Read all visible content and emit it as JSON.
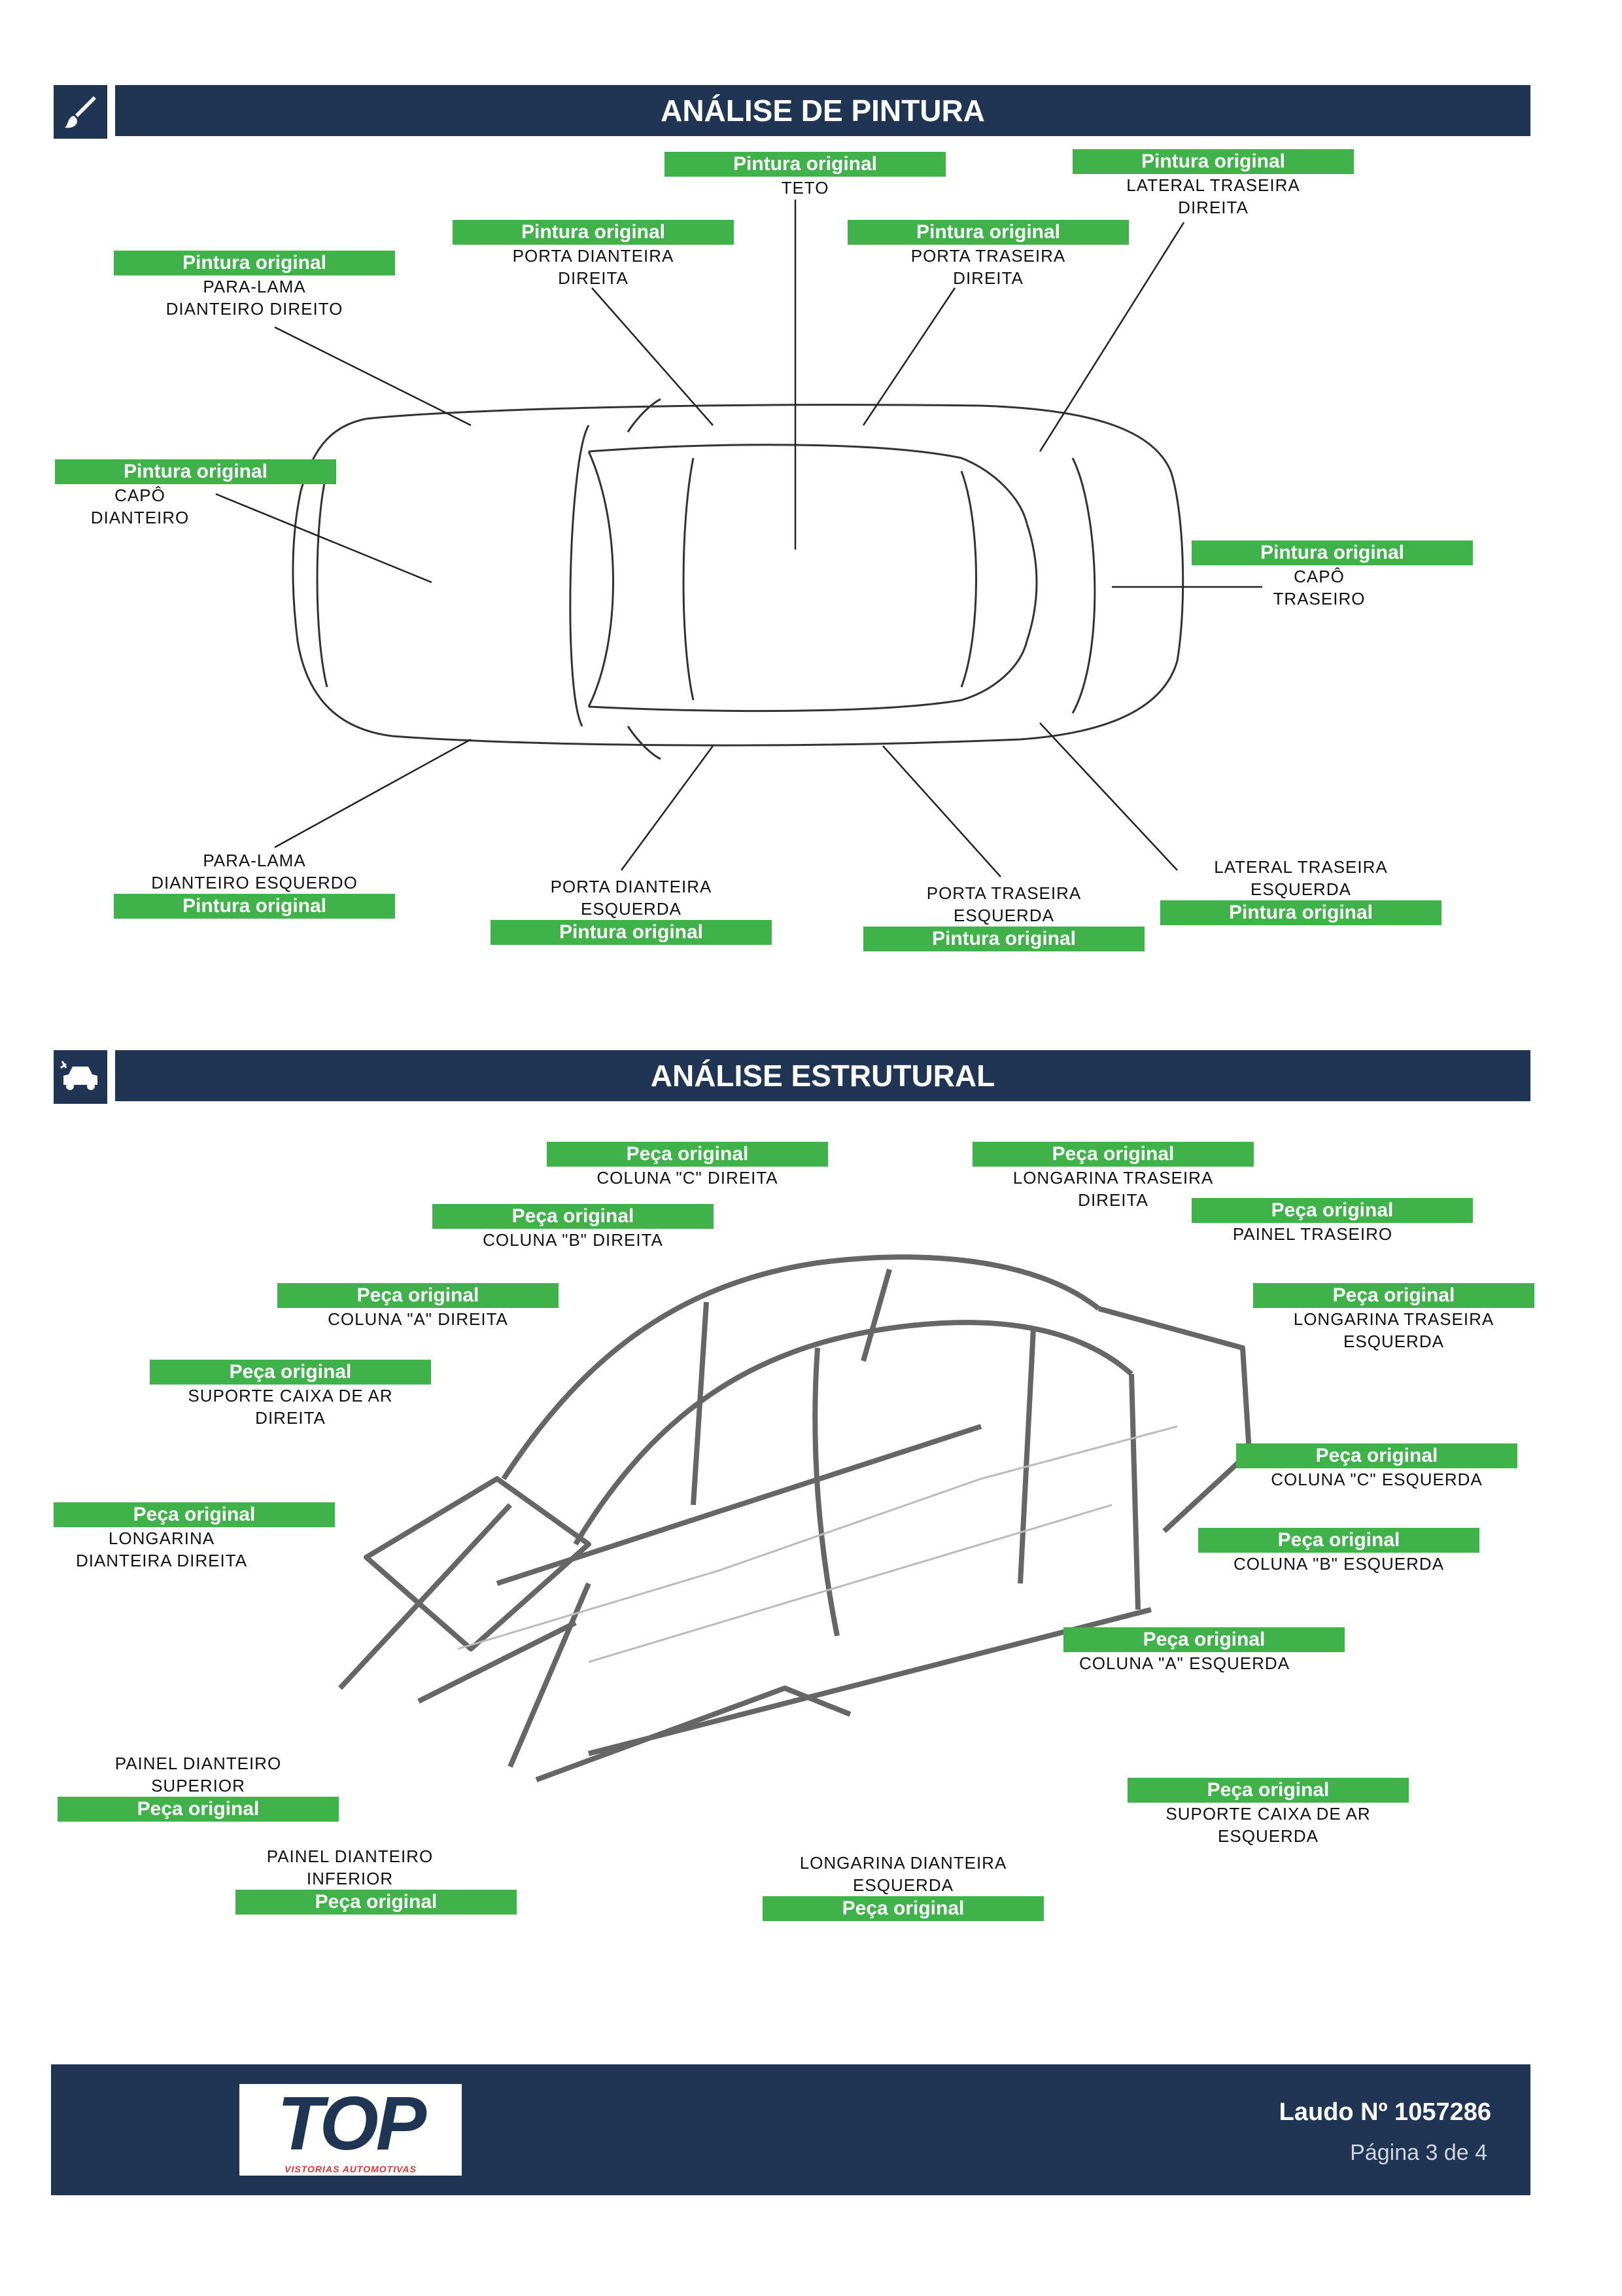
{
  "pintura": {
    "title": "ANÁLISE DE PINTURA",
    "icon": "brush-icon",
    "status_color": "#3fb24a",
    "items": [
      {
        "status": "Pintura original",
        "label": "TETO"
      },
      {
        "status": "Pintura original",
        "label": "LATERAL TRASEIRA\nDIREITA"
      },
      {
        "status": "Pintura original",
        "label": "PORTA DIANTEIRA\nDIREITA"
      },
      {
        "status": "Pintura original",
        "label": "PORTA TRASEIRA\nDIREITA"
      },
      {
        "status": "Pintura original",
        "label": "PARA-LAMA\nDIANTEIRO DIREITO"
      },
      {
        "status": "Pintura original",
        "label": "CAPÔ\nDIANTEIRO"
      },
      {
        "status": "Pintura original",
        "label": "CAPÔ\nTRASEIRO"
      },
      {
        "status": "Pintura original",
        "label": "PARA-LAMA\nDIANTEIRO ESQUERDO"
      },
      {
        "status": "Pintura original",
        "label": "PORTA DIANTEIRA\nESQUERDA"
      },
      {
        "status": "Pintura original",
        "label": "PORTA TRASEIRA\nESQUERDA"
      },
      {
        "status": "Pintura original",
        "label": "LATERAL TRASEIRA\nESQUERDA"
      }
    ]
  },
  "estrutural": {
    "title": "ANÁLISE ESTRUTURAL",
    "icon": "car-crash-icon",
    "items": [
      {
        "status": "Peça original",
        "label": "COLUNA \"C\" DIREITA"
      },
      {
        "status": "Peça original",
        "label": "LONGARINA TRASEIRA\nDIREITA"
      },
      {
        "status": "Peça original",
        "label": "PAINEL TRASEIRO"
      },
      {
        "status": "Peça original",
        "label": "COLUNA \"B\" DIREITA"
      },
      {
        "status": "Peça original",
        "label": "COLUNA \"A\" DIREITA"
      },
      {
        "status": "Peça original",
        "label": "LONGARINA TRASEIRA\nESQUERDA"
      },
      {
        "status": "Peça original",
        "label": "SUPORTE CAIXA DE AR\nDIREITA"
      },
      {
        "status": "Peça original",
        "label": "COLUNA \"C\" ESQUERDA"
      },
      {
        "status": "Peça original",
        "label": "LONGARINA\nDIANTEIRA DIREITA"
      },
      {
        "status": "Peça original",
        "label": "COLUNA \"B\" ESQUERDA"
      },
      {
        "status": "Peça original",
        "label": "COLUNA \"A\" ESQUERDA"
      },
      {
        "status": "Peça original",
        "label": "SUPORTE CAIXA DE AR\nESQUERDA"
      },
      {
        "status": "Peça original",
        "label": "PAINEL DIANTEIRO\nSUPERIOR"
      },
      {
        "status": "Peça original",
        "label": "PAINEL DIANTEIRO\nINFERIOR"
      },
      {
        "status": "Peça original",
        "label": "LONGARINA DIANTEIRA\nESQUERDA"
      }
    ]
  },
  "footer": {
    "logo_text": "TOP",
    "logo_sub": "VISTORIAS AUTOMOTIVAS",
    "laudo": "Laudo Nº 1057286",
    "pagina": "Página 3 de 4"
  }
}
